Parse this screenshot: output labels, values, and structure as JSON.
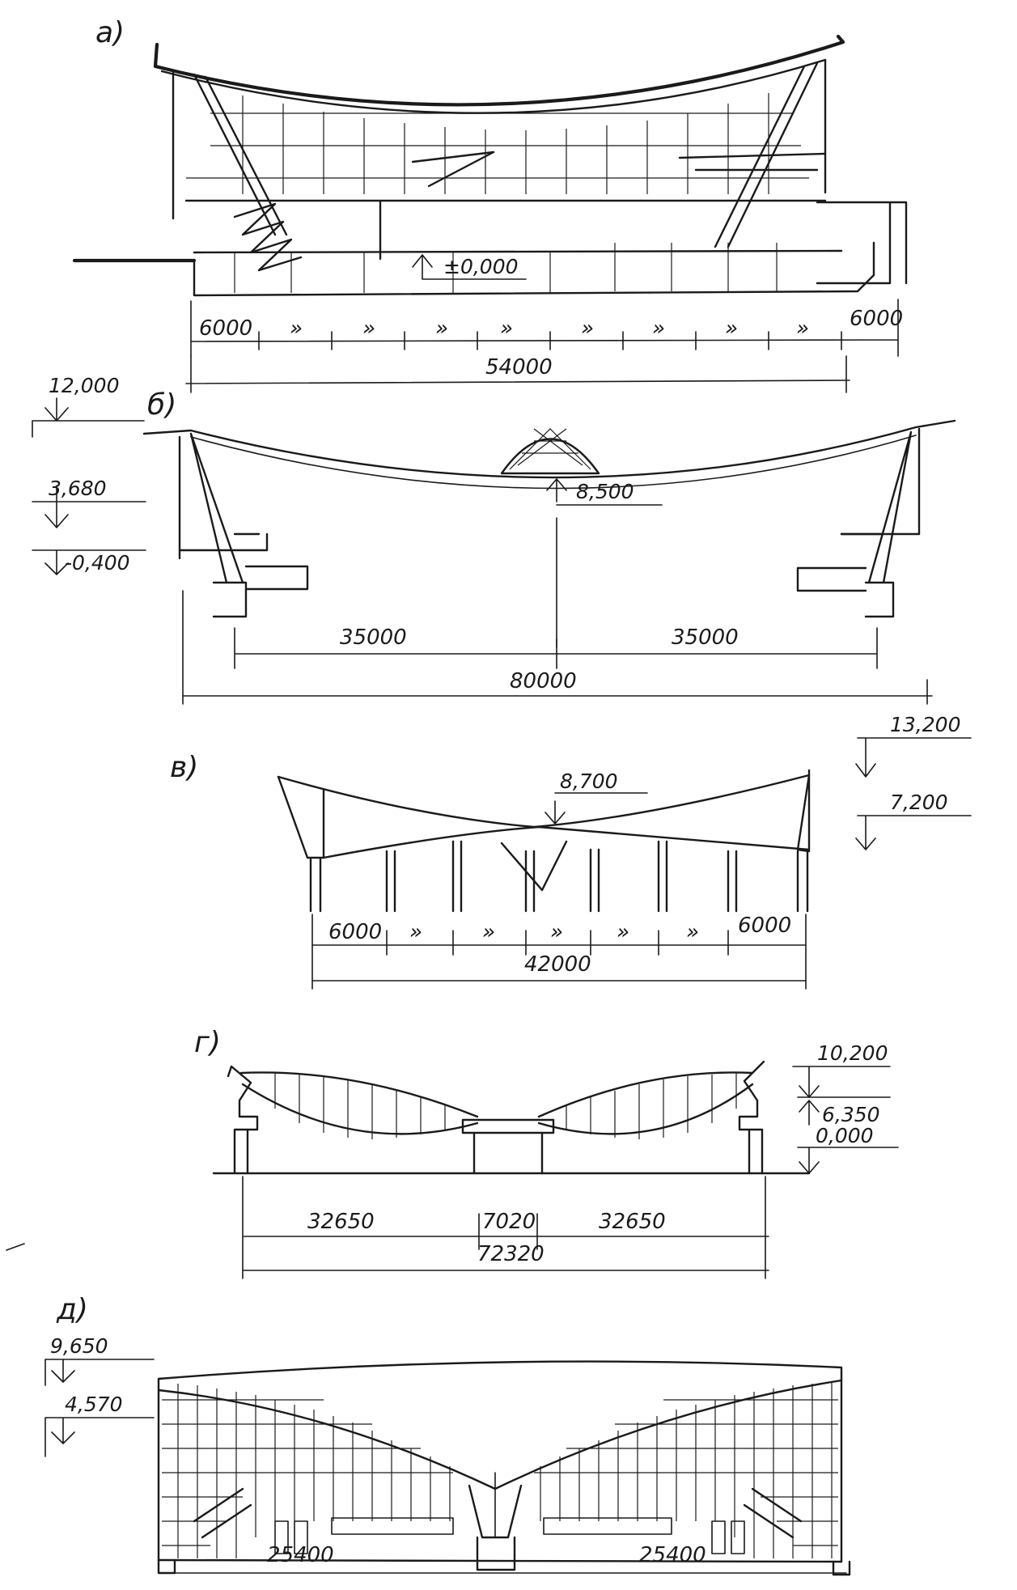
{
  "sections": [
    {
      "id": "a",
      "label": "а)",
      "levels": [
        "±0,000"
      ],
      "dimensions": [
        "6000",
        "»",
        "»",
        "»",
        "»",
        "»",
        "»",
        "»",
        "»",
        "6000",
        "54000"
      ]
    },
    {
      "id": "b",
      "label": "б)",
      "levels": [
        "12,000",
        "3,680",
        "-0,400",
        "8,500"
      ],
      "dimensions": [
        "35000",
        "35000",
        "80000"
      ]
    },
    {
      "id": "v",
      "label": "в)",
      "levels": [
        "8,700",
        "13,200",
        "7,200"
      ],
      "dimensions": [
        "6000",
        "»",
        "»",
        "»",
        "»",
        "»",
        "6000",
        "42000"
      ]
    },
    {
      "id": "g",
      "label": "г)",
      "levels": [
        "10,200",
        "6,350",
        "0,000"
      ],
      "dimensions": [
        "32650",
        "7020",
        "32650",
        "72320"
      ]
    },
    {
      "id": "d",
      "label": "д)",
      "levels": [
        "9,650",
        "4,570"
      ],
      "dimensions": [
        "25400",
        "25400"
      ]
    }
  ]
}
